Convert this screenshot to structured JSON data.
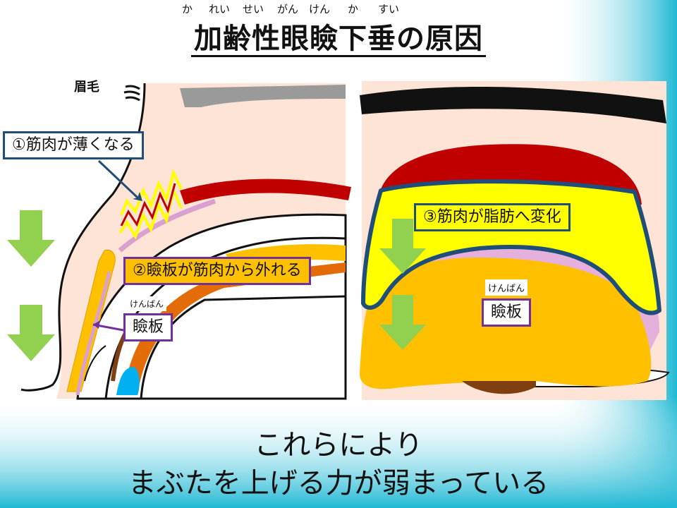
{
  "title": {
    "text": "加齢性眼瞼下垂の原因",
    "ruby": [
      "か",
      "れい",
      "せい",
      "がん",
      "けん",
      "か",
      "すい"
    ]
  },
  "left_panel": {
    "eyebrow_label": "眉毛",
    "callout_1": "①筋肉が薄くなる",
    "callout_2": "②瞼板が筋肉から外れる",
    "tarsus_ruby": "けんばん",
    "tarsus_label": "瞼板"
  },
  "right_panel": {
    "callout_3": "③筋肉が脂肪へ変化",
    "tarsus_ruby": "けんばん",
    "tarsus_label": "瞼板"
  },
  "conclusion": {
    "line1": "これらにより",
    "line2": "まぶたを上げる力が弱まっている"
  },
  "colors": {
    "skin": "#fde4d6",
    "muscle_red": "#c00000",
    "fat_yellow": "#ffff00",
    "tarsus_orange": "#ffc000",
    "arrow_green": "#92d050",
    "callout_blue": "#1f4e79",
    "callout_purple": "#7030a0",
    "pink_membrane": "#d9a0d0",
    "pupil_brown": "#7f3f10",
    "cornea_blue": "#00b0f0",
    "gradient_cyan": "#1fb8d4"
  },
  "icons": [
    "down-arrow-icon",
    "eyebrow-hair-icon"
  ]
}
